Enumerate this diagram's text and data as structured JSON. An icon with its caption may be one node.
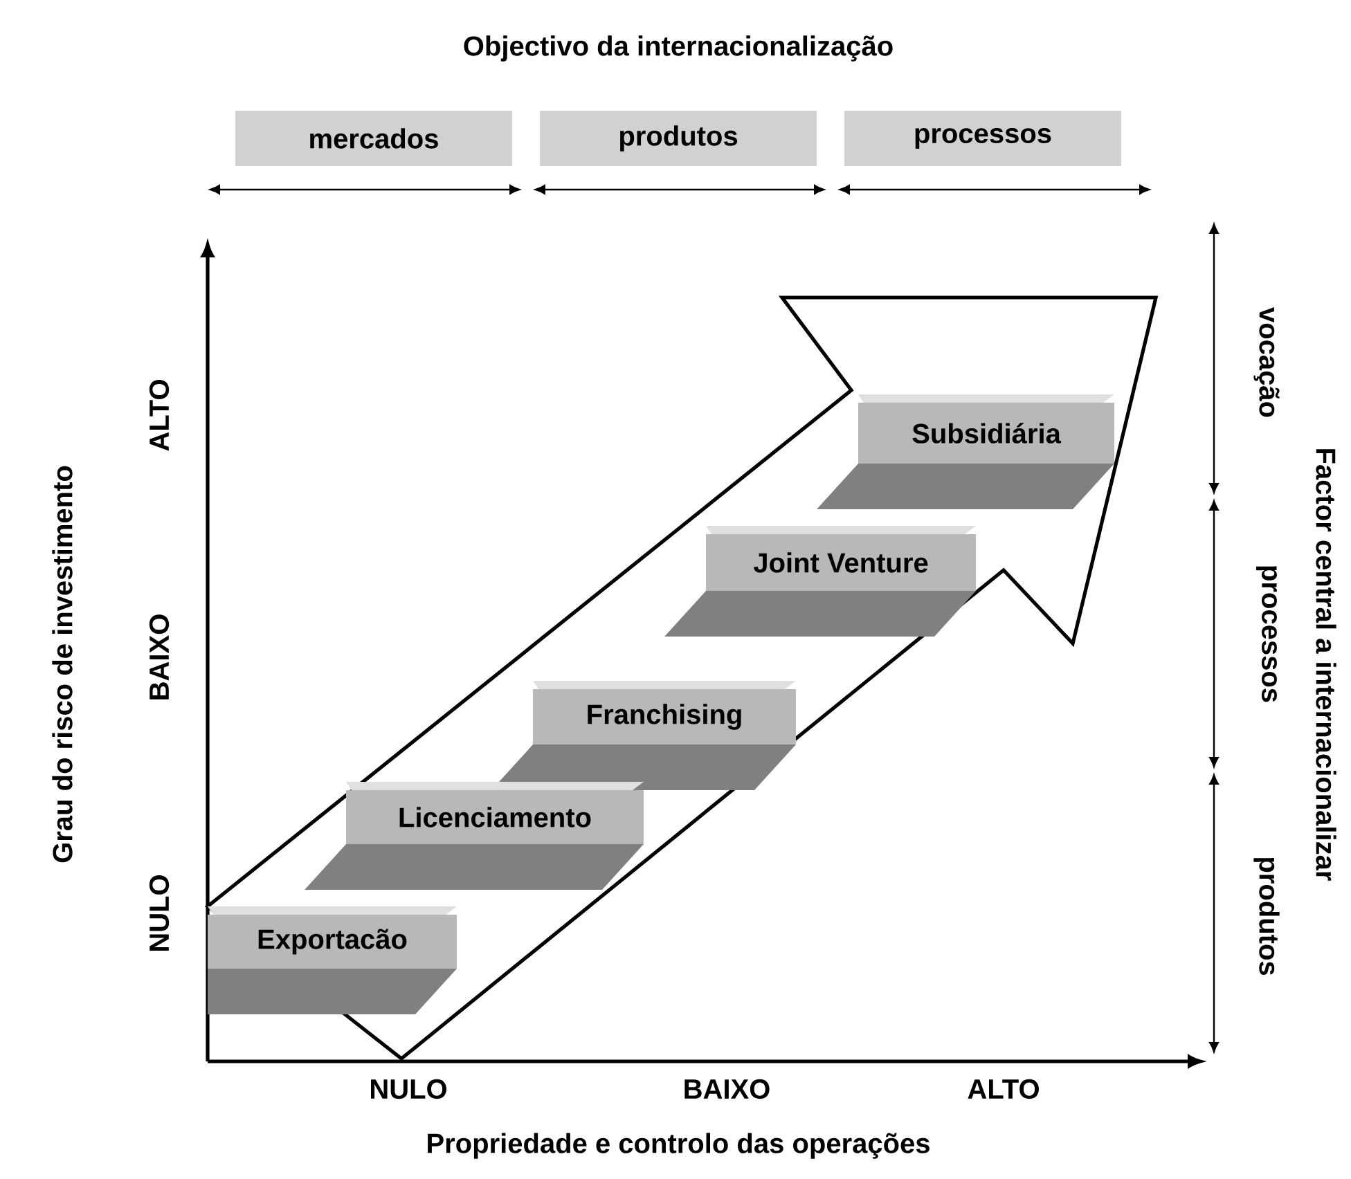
{
  "diagram": {
    "title": "Objectivo da internacionalização",
    "nodes": [
      {
        "text": [
          "mercados"
        ]
      },
      {
        "text": [
          "produtos"
        ]
      },
      {
        "text": [
          "processos"
        ]
      },
      {
        "text": [
          "Subsidiária"
        ]
      },
      {
        "text": [
          "Joint Venture"
        ]
      },
      {
        "text": [
          "Franchising"
        ]
      },
      {
        "text": [
          "Licenciamento"
        ]
      },
      {
        "text": [
          "Exportacão"
        ]
      }
    ],
    "labels": [
      "Grau do risco de investimento",
      "ALTO",
      "BAIXO",
      "NULO",
      "vocação",
      "processos",
      "produtos",
      "Factor central a internacionalizar",
      "NULO",
      "BAIXO",
      "ALTO",
      "Propriedade e controlo das operações"
    ]
  }
}
